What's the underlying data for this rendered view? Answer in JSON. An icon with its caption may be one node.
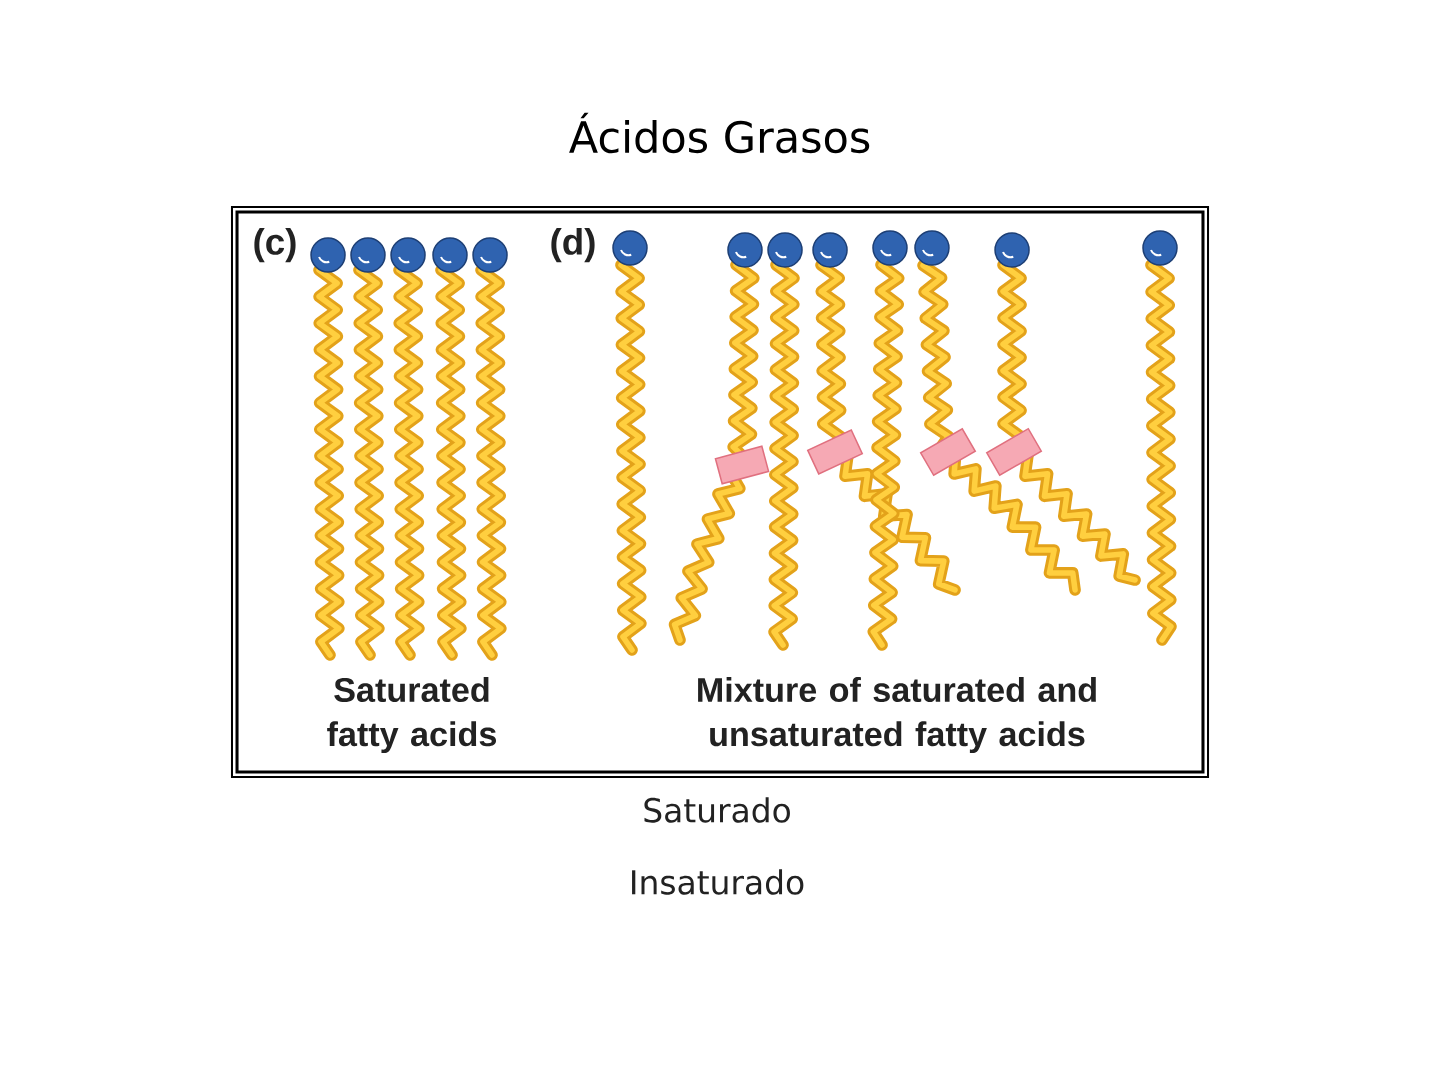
{
  "diagram": {
    "title": "Ácidos Grasos",
    "labels": [
      "(c)",
      "(d)",
      "Saturated fatty acids",
      "Mixture of saturated and unsaturated fatty acids",
      "Saturado",
      "Insaturado"
    ]
  }
}
